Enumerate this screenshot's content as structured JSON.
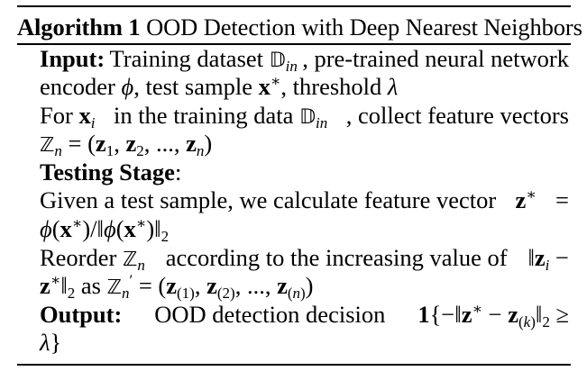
{
  "algorithm": {
    "number_label": "Algorithm 1",
    "title": "OOD Detection with Deep Nearest Neighbors",
    "input_label": "Input:",
    "input_text_1": "Training dataset ",
    "input_text_2": ", pre-trained neural network",
    "input_line2_a": "encoder ",
    "input_line2_b": ", test sample ",
    "input_line2_c": ", threshold ",
    "collect_a": "For ",
    "collect_b": " in the training data ",
    "collect_c": ", collect feature vectors",
    "testing_label": "Testing Stage",
    "testing_colon": ":",
    "given_a": "Given a test sample, we calculate feature vector",
    "reorder_a": "Reorder ",
    "reorder_b": " according to the increasing value of",
    "output_label": "Output:",
    "output_text": "OOD detection decision"
  }
}
